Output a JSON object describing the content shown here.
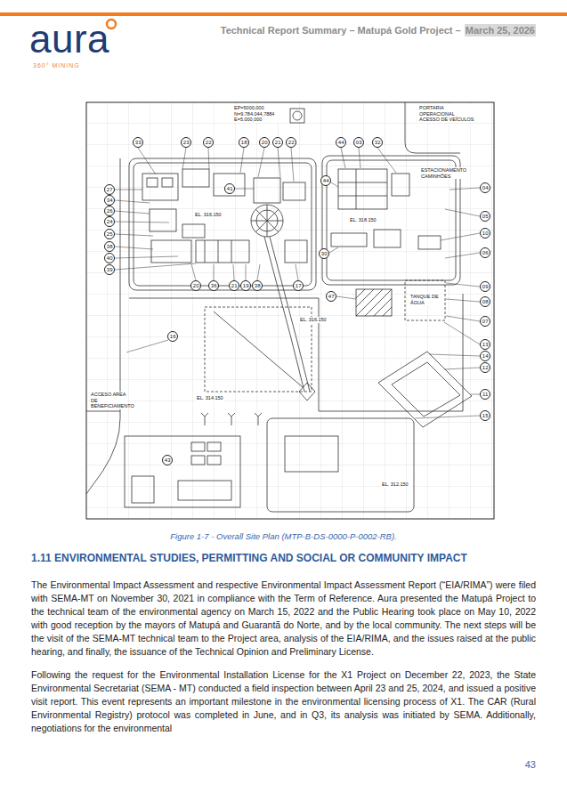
{
  "diagram": {
    "title": "1.11 ENVIRONMENTAL STUDIES, PERMITTING AND SOCIAL OR COMMUNITY IMPACT",
    "caption": "Figure 1-7 - Overall Site Plan (MTP-B-DS-0000-P-0002-RB).",
    "labels": [
      "aura",
      "360° MINING",
      "Technical Report Summary – Matupá Gold Project –",
      "March 25, 2026",
      "33",
      "23",
      "22",
      "18",
      "20",
      "21",
      "22",
      "44",
      "03",
      "32",
      "27",
      "34",
      "26",
      "24",
      "25",
      "38",
      "40",
      "39",
      "20",
      "36",
      "21",
      "19",
      "38",
      "17",
      "41",
      "44",
      "30",
      "47",
      "04",
      "05",
      "10",
      "06",
      "09",
      "08",
      "07",
      "13",
      "14",
      "12",
      "11",
      "15",
      "16",
      "43",
      "EP=5000,000 N=9.784.044,7884 E=5.000,000",
      "PORTARIA OPERACIONAL ACESSO DE VEÍCULOS",
      "ESTACIONAMENTO CAMINHÕES",
      "EL. 316.150",
      "EL. 318.150",
      "TANQUE DE ÁGUA",
      "EL. 316.150",
      "ACCESO AREA DE BENEFICIAMENTO",
      "EL. 314.150",
      "EL. 312.150",
      "The Environmental Impact Assessment and respective Environmental Impact Assessment Report (“EIA/RIMA”) were filed with SEMA-MT on November 30, 2021 in compliance with the Term of Reference. Aura presented the Matupá Project to the technical team of the environmental agency on March 15, 2022 and the Public Hearing took place on May 10, 2022 with good reception by the mayors of Matupá and Guarantã do Norte, and by the local community. The next steps will be the visit of the SEMA-MT technical team to the Project area, analysis of the EIA/RIMA, and the issues raised at the public hearing, and finally, the issuance of the Technical Opinion and Preliminary License.",
      "Following the request for the Environmental Installation License for the X1 Project on December 22, 2023, the State Environmental Secretariat (SEMA - MT) conducted a field inspection between April 23 and 25, 2024, and issued a positive visit report. This event represents an important milestone in the environmental licensing process of X1. The CAR (Rural Environmental Registry) protocol was completed in June, and in Q3, its analysis was initiated by SEMA. Additionally, negotiations for the environmental",
      "43"
    ]
  }
}
